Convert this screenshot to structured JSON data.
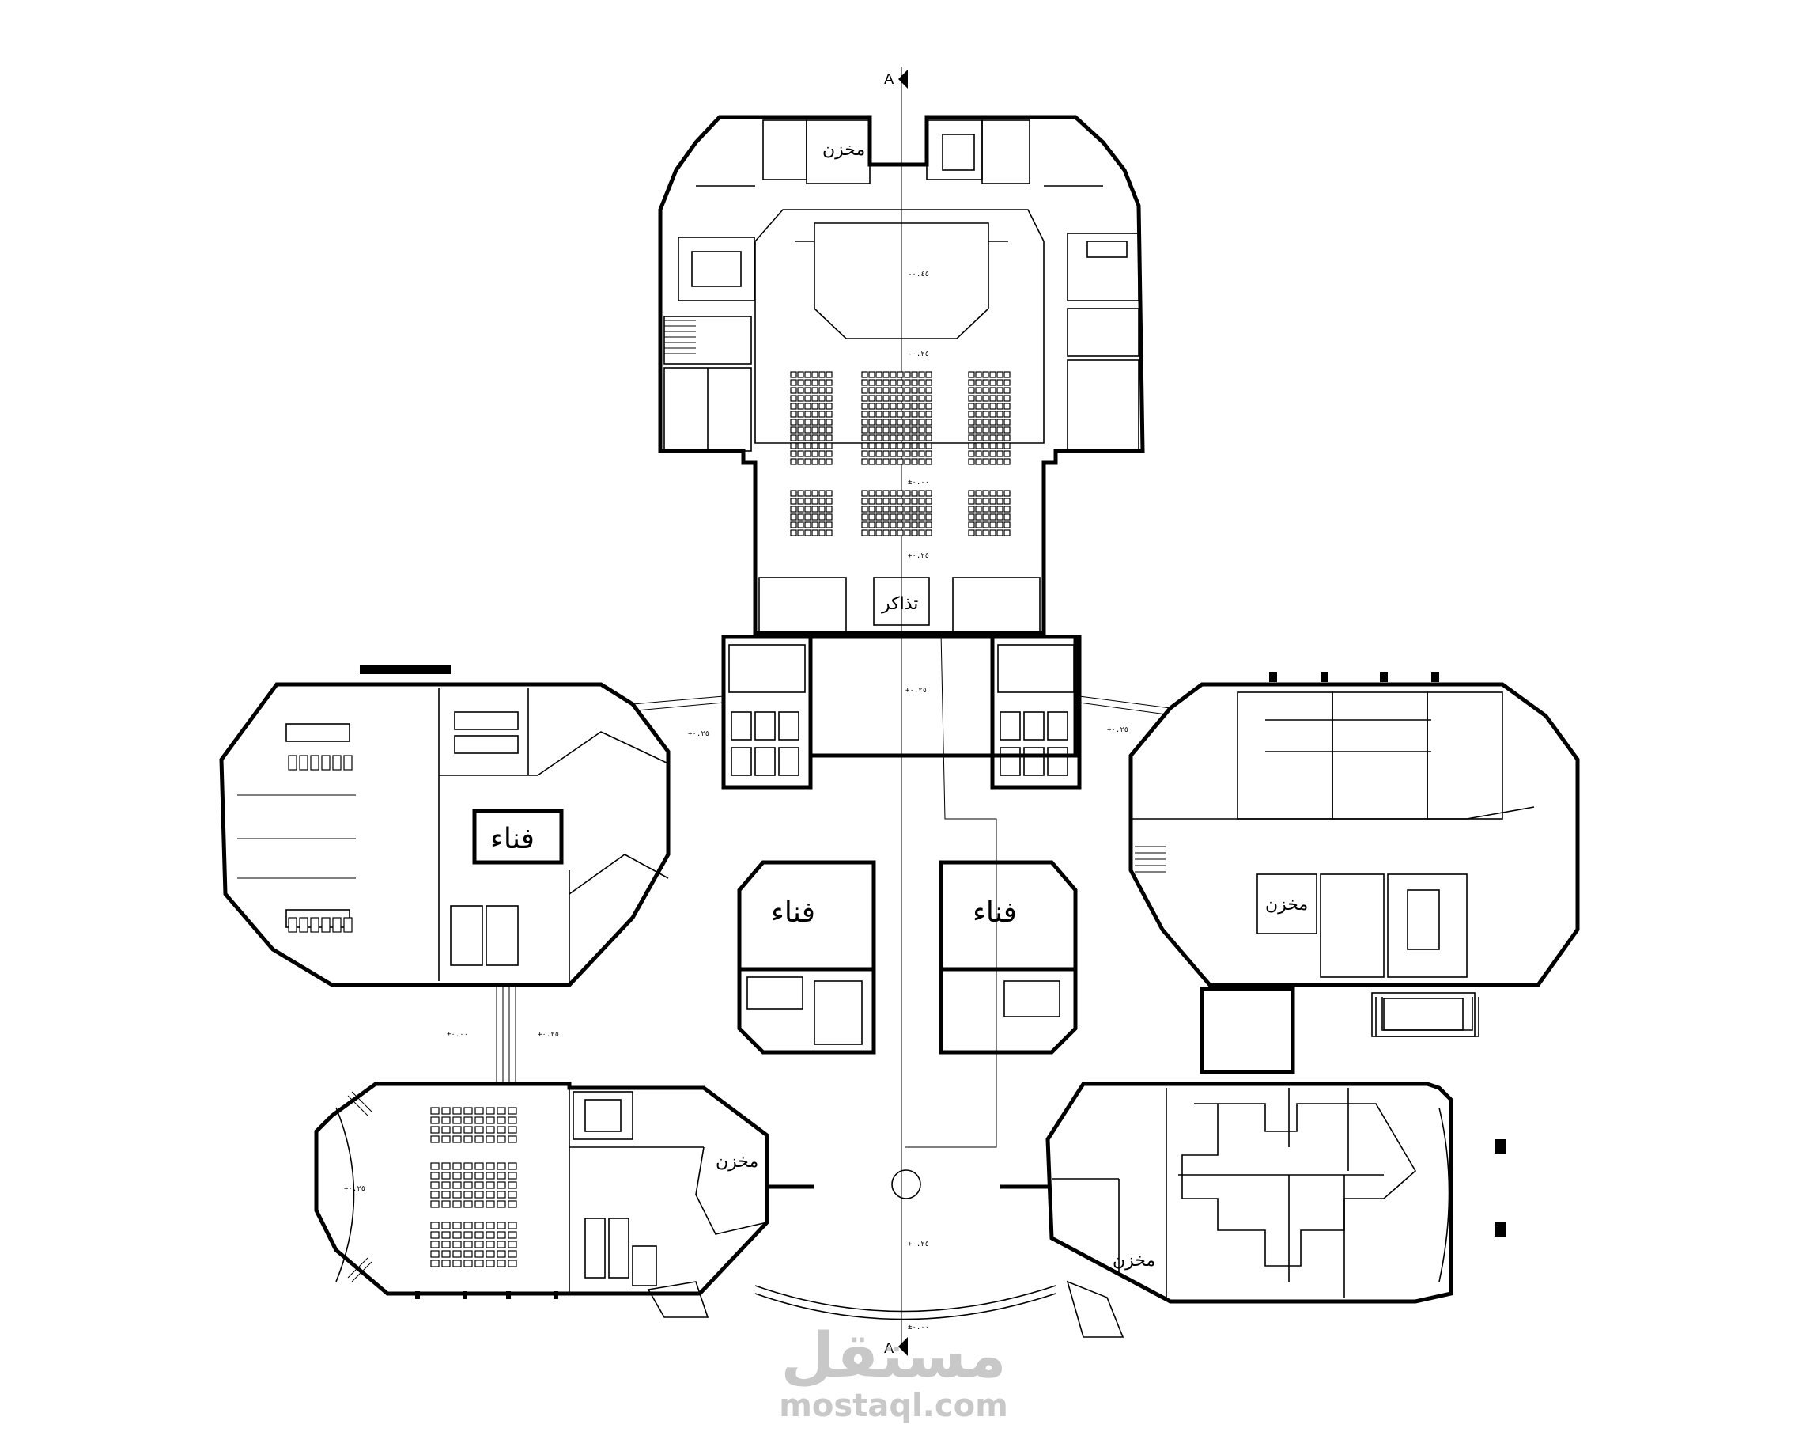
{
  "labels": {
    "store_top": "مخزن",
    "tickets": "تذاكر",
    "court_left": "فناء",
    "court_center_left": "فناء",
    "court_center_right": "فناء",
    "store_right_wing": "مخزن",
    "store_bottom_left": "مخزن",
    "store_bottom_right": "مخزن"
  },
  "section_marks": {
    "top": "A",
    "bottom": "A"
  },
  "levels": [
    "-٠.٤٥",
    "-٠.٢٥",
    "±٠.٠٠",
    "+٠.٢٥",
    "+٠.٢٥",
    "+٠.٢٥",
    "+٠.٢٥",
    "±٠.٠٠",
    "+٠.٢٥",
    "+٠.٢٥",
    "+٠.٢٥",
    "±٠.٠٠"
  ],
  "watermark": {
    "arabic": "مستقل",
    "latin": "mostaql.com"
  },
  "colors": {
    "lines": "#000000",
    "background": "#ffffff",
    "watermark": "#c8c8c8"
  }
}
